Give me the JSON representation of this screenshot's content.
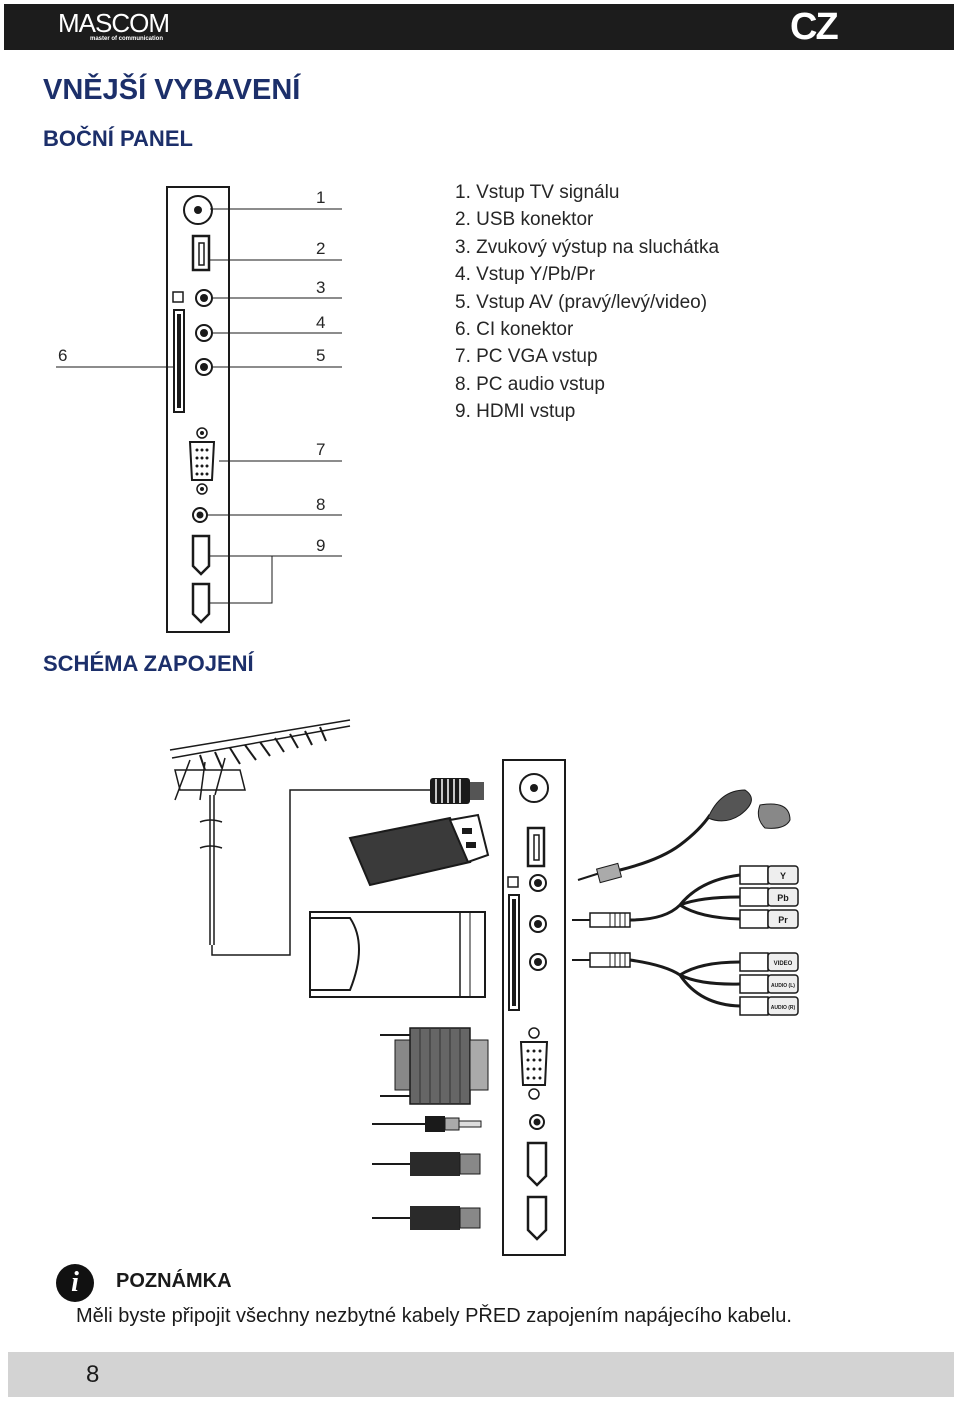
{
  "header": {
    "logo_main": "MASCOM",
    "logo_sub": "master of communication",
    "lang": "CZ"
  },
  "title": "VNĚJŠÍ VYBAVENÍ",
  "side_panel": {
    "heading": "BOČNÍ PANEL",
    "callouts": [
      "1",
      "2",
      "3",
      "4",
      "5",
      "6",
      "7",
      "8",
      "9"
    ],
    "legend": [
      "1. Vstup TV signálu",
      "2. USB konektor",
      "3. Zvukový výstup na sluchátka",
      "4. Vstup Y/Pb/Pr",
      "5. Vstup AV (pravý/levý/video)",
      "6. CI konektor",
      "7. PC VGA vstup",
      "8. PC audio vstup",
      "9. HDMI vstup"
    ]
  },
  "wiring": {
    "heading": "SCHÉMA ZAPOJENÍ",
    "plug_labels": [
      "Y",
      "Pb",
      "Pr",
      "VIDEO",
      "AUDIO (L)",
      "AUDIO (R)"
    ]
  },
  "note": {
    "icon": "info-icon",
    "title": "POZNÁMKA",
    "text": "Měli byste připojit všechny nezbytné kabely PŘED zapojením napájecího kabelu."
  },
  "footer": {
    "page_number": "8"
  }
}
